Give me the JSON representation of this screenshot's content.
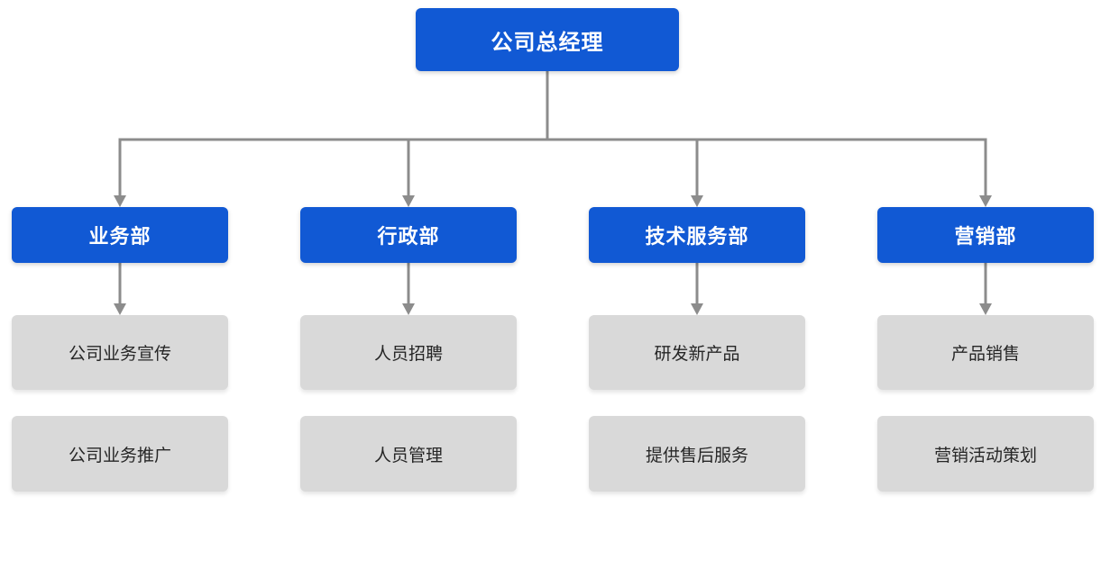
{
  "org": {
    "root": {
      "label": "公司总经理"
    },
    "departments": [
      {
        "label": "业务部",
        "children": [
          "公司业务宣传",
          "公司业务推广"
        ]
      },
      {
        "label": "行政部",
        "children": [
          "人员招聘",
          "人员管理"
        ]
      },
      {
        "label": "技术服务部",
        "children": [
          "研发新产品",
          "提供售后服务"
        ]
      },
      {
        "label": "营销部",
        "children": [
          "产品销售",
          "营销活动策划"
        ]
      }
    ]
  },
  "colors": {
    "accent_blue": "#1159d4",
    "node_gray": "#d9d9d9",
    "connector_gray": "#8c8c8c",
    "text_on_blue": "#ffffff",
    "text_on_gray": "#262626",
    "background": "#ffffff"
  }
}
